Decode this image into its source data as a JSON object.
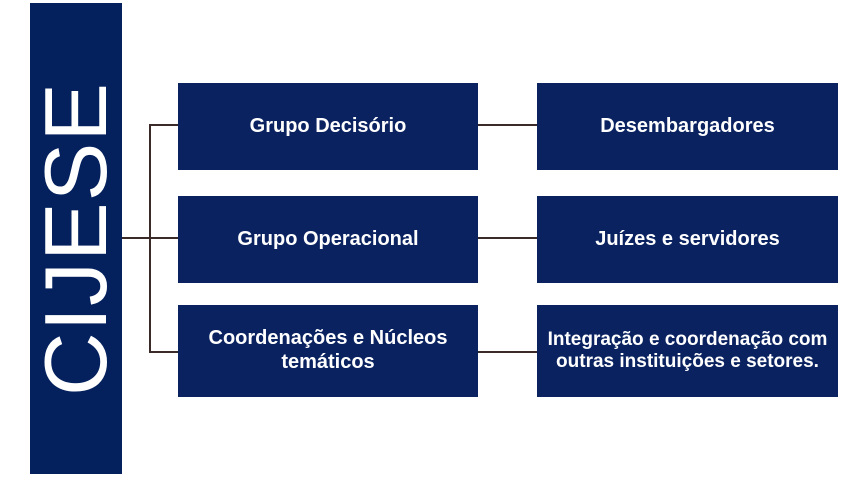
{
  "diagram": {
    "title": "CIJESE",
    "colors": {
      "brand_navy": "#04215D",
      "node_navy": "#0A2260",
      "connector": "#3A2A28",
      "text": "#FFFFFF",
      "background": "#FFFFFF"
    },
    "root": {
      "label": "CIJESE"
    },
    "rows": [
      {
        "left": {
          "label": "Grupo Decisório"
        },
        "right": {
          "label": "Desembargadores"
        }
      },
      {
        "left": {
          "label": "Grupo Operacional"
        },
        "right": {
          "label": "Juízes e servidores"
        }
      },
      {
        "left": {
          "label": "Coordenações e Núcleos temáticos"
        },
        "right": {
          "label": "Integração e coordenação com outras instituições e setores."
        }
      }
    ]
  }
}
